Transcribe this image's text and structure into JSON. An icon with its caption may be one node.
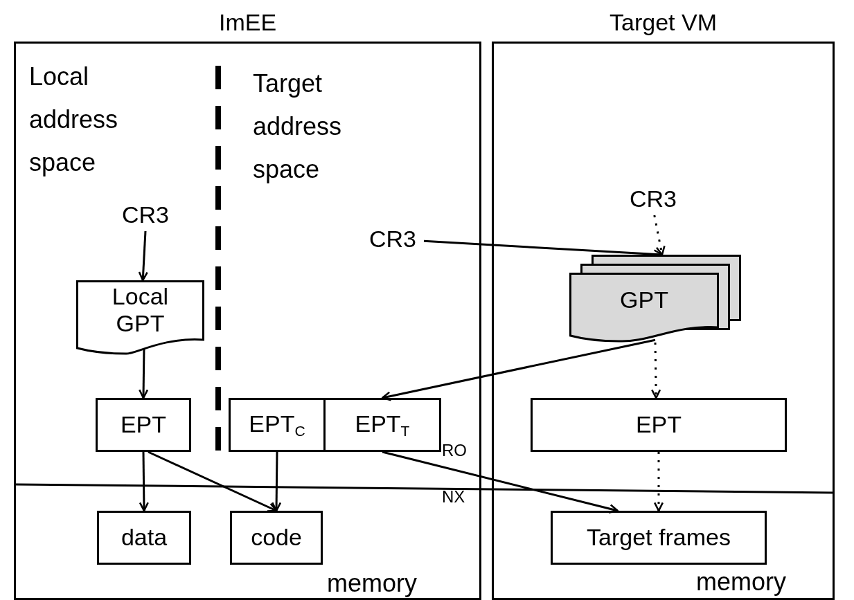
{
  "diagram": {
    "nodes": [
      {
        "text": [
          "ImEE"
        ]
      },
      {
        "text": [
          "Target VM"
        ]
      },
      {
        "text": [
          "CR3"
        ],
        "in": 0
      },
      {
        "text": [
          "Local GPT"
        ],
        "in": 0
      },
      {
        "text": [
          "EPT"
        ],
        "in": 0
      },
      {
        "text": [
          "EPT$_{C}$"
        ],
        "in": 0
      },
      {
        "text": [
          "EPT$_{T}$"
        ],
        "in": 0
      },
      {
        "text": [
          "data"
        ],
        "in": 0
      },
      {
        "text": [
          "code"
        ],
        "in": 0
      },
      {
        "text": [
          "CR3"
        ],
        "in": 0
      },
      {
        "text": [
          "CR3"
        ],
        "in": 1
      },
      {
        "text": [
          "GPT"
        ],
        "in": 1
      },
      {
        "text": [
          "EPT"
        ],
        "in": 1
      },
      {
        "text": [
          "Target frames"
        ],
        "in": 1
      }
    ],
    "edges": [
      {
        "from": 2,
        "to": 3,
        "arrow": "to"
      },
      {
        "from": 3,
        "to": 4,
        "arrow": "to"
      },
      {
        "from": 4,
        "to": 7,
        "arrow": "to"
      },
      {
        "from": 4,
        "to": 8,
        "arrow": "to"
      },
      {
        "from": 5,
        "to": 8,
        "arrow": "to"
      },
      {
        "from": 6,
        "to": 13,
        "arrow": "to"
      },
      {
        "from": 9,
        "to": 11,
        "arrow": "to"
      },
      {
        "from": 10,
        "to": 11,
        "arrow": "to",
        "style": "dashed"
      },
      {
        "from": 11,
        "to": 6,
        "arrow": "to"
      },
      {
        "from": 11,
        "to": 12,
        "arrow": "to",
        "style": "dashed"
      },
      {
        "from": 12,
        "to": 13,
        "arrow": "to",
        "style": "dashed"
      }
    ],
    "labels": [
      "Local address space",
      "Target address space",
      "RO",
      "NX",
      "memory",
      "memory"
    ]
  }
}
